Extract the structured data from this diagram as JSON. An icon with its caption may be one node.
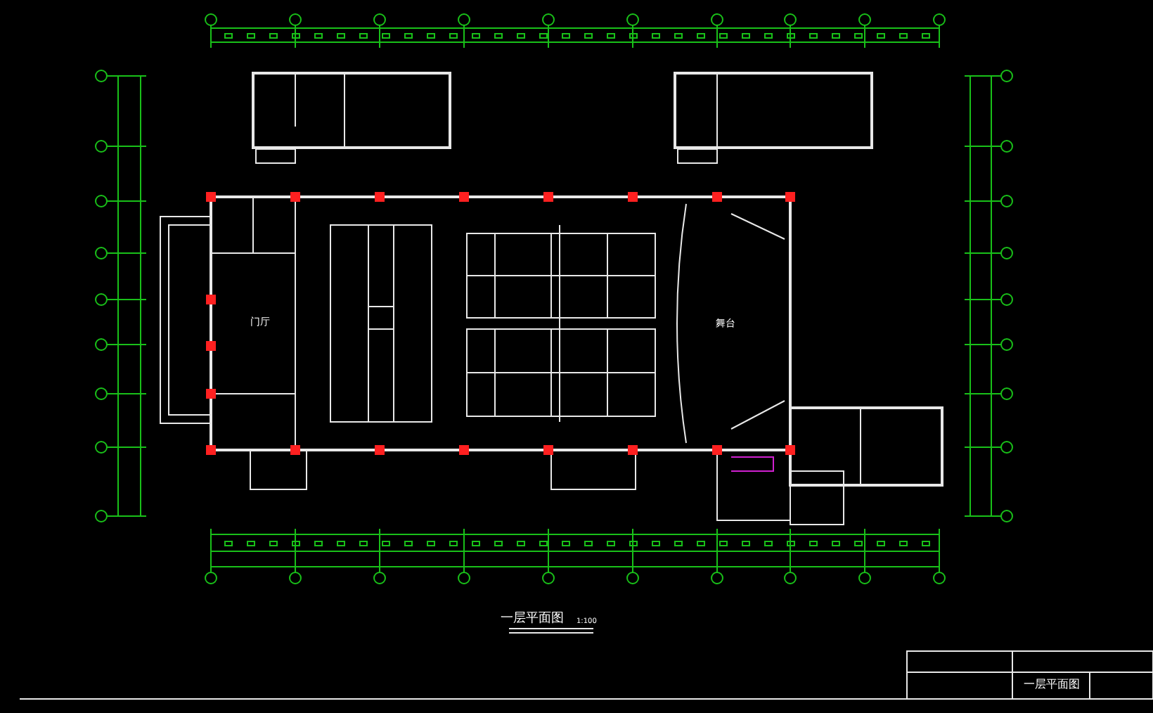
{
  "diagram": {
    "title": "一层平面图",
    "labels": [
      "门厅",
      "舞台",
      "1:100",
      "一层平面图"
    ]
  }
}
